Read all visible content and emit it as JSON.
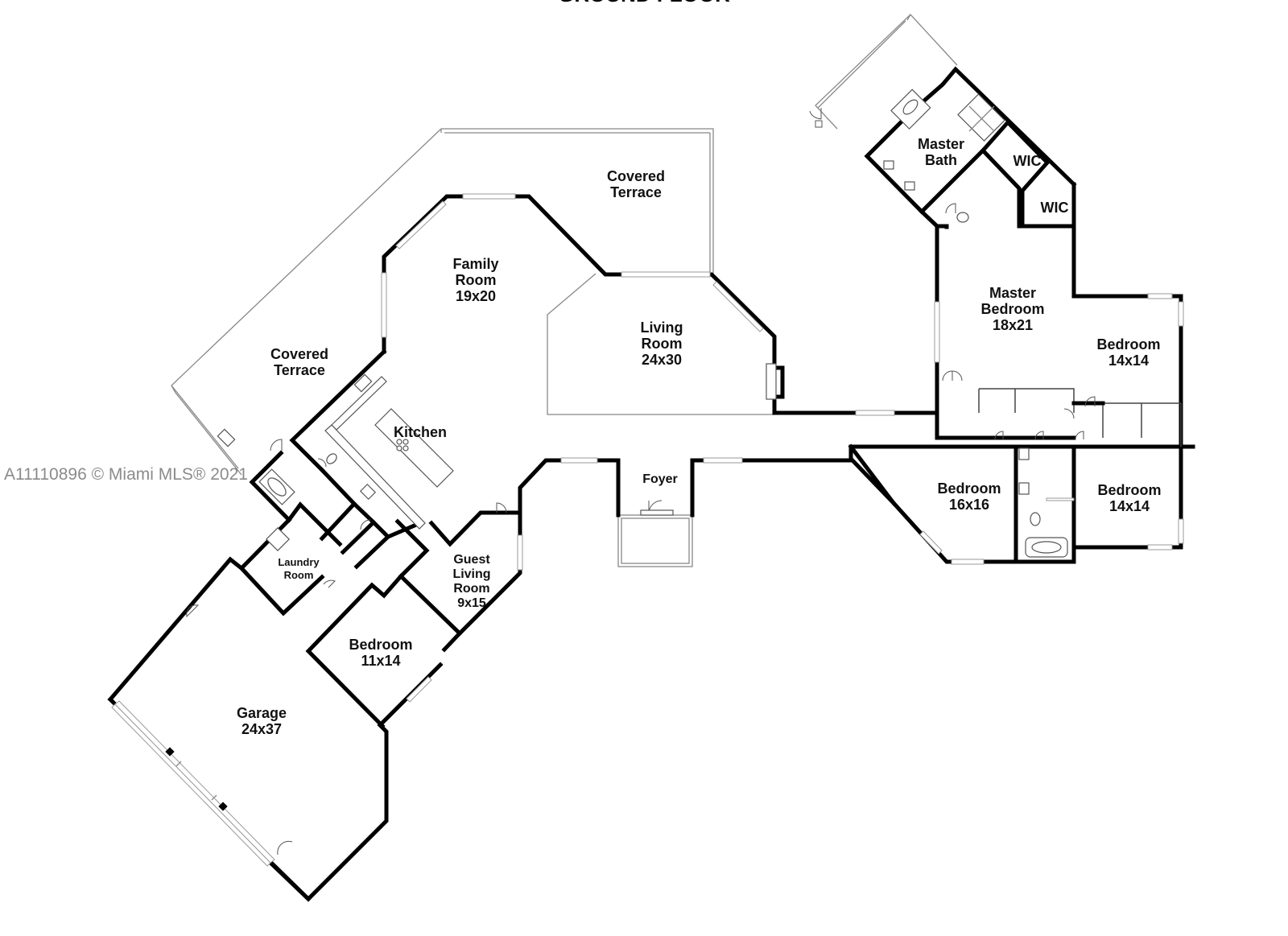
{
  "plan_title": "GROUND FLOOR",
  "watermark": "A11110896 © Miami MLS® 2021",
  "rooms": {
    "covered_terrace_top": {
      "line1": "Covered",
      "line2": "Terrace"
    },
    "covered_terrace_left": {
      "line1": "Covered",
      "line2": "Terrace"
    },
    "family_room": {
      "line1": "Family",
      "line2": "Room",
      "size": "19x20"
    },
    "living_room": {
      "line1": "Living",
      "line2": "Room",
      "size": "24x30"
    },
    "kitchen": {
      "name": "Kitchen"
    },
    "foyer": {
      "name": "Foyer"
    },
    "laundry_room": {
      "line1": "Laundry",
      "line2": "Room"
    },
    "guest_living_room": {
      "line1": "Guest",
      "line2": "Living",
      "line3": "Room",
      "size": "9x15"
    },
    "bedroom_11x14": {
      "name": "Bedroom",
      "size": "11x14"
    },
    "garage": {
      "name": "Garage",
      "size": "24x37"
    },
    "master_bath": {
      "line1": "Master",
      "line2": "Bath"
    },
    "wic_1": {
      "name": "WIC"
    },
    "wic_2": {
      "name": "WIC"
    },
    "master_bedroom": {
      "line1": "Master",
      "line2": "Bedroom",
      "size": "18x21"
    },
    "bedroom_east": {
      "name": "Bedroom",
      "size": "14x14"
    },
    "bedroom_16x16": {
      "name": "Bedroom",
      "size": "16x16"
    },
    "bedroom_southeast": {
      "name": "Bedroom",
      "size": "14x14"
    }
  }
}
